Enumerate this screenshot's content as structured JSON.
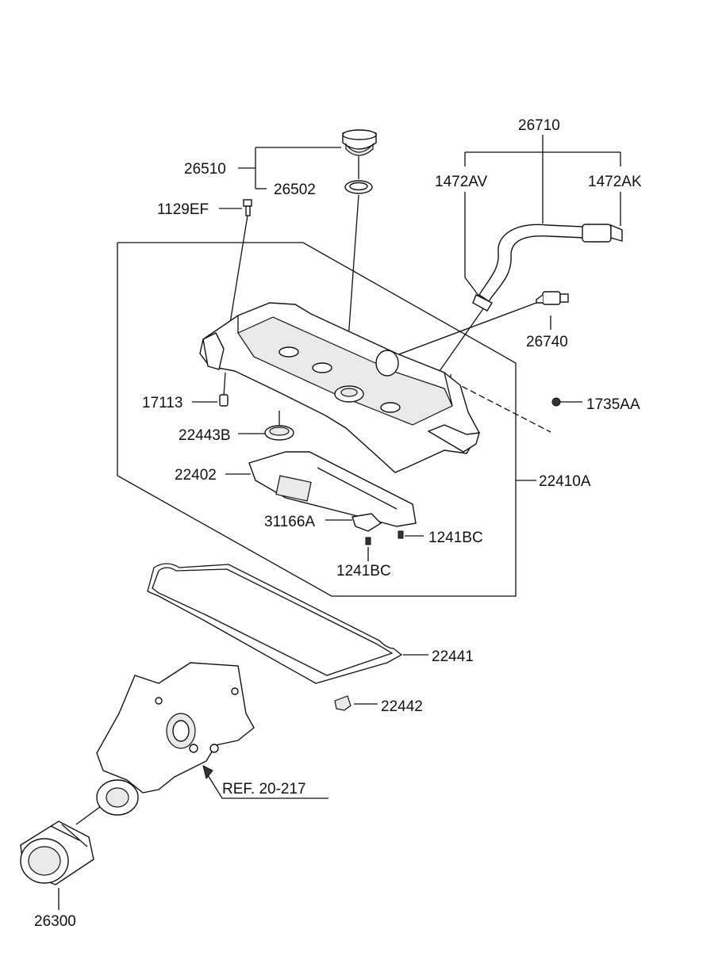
{
  "labels": {
    "p26710": "26710",
    "p26510": "26510",
    "p26502": "26502",
    "p1472AV": "1472AV",
    "p1472AK": "1472AK",
    "p1129EF": "1129EF",
    "p26740": "26740",
    "p17113": "17113",
    "p1735AA": "1735AA",
    "p22443B": "22443B",
    "p22402": "22402",
    "p22410A": "22410A",
    "p31166A": "31166A",
    "p1241BC_right": "1241BC",
    "p1241BC_bottom": "1241BC",
    "p22441": "22441",
    "p22442": "22442",
    "ref": "REF. 20-217",
    "p26300": "26300"
  },
  "colors": {
    "line": "#111111",
    "background": "#ffffff",
    "shade": "#e9e9e9"
  }
}
